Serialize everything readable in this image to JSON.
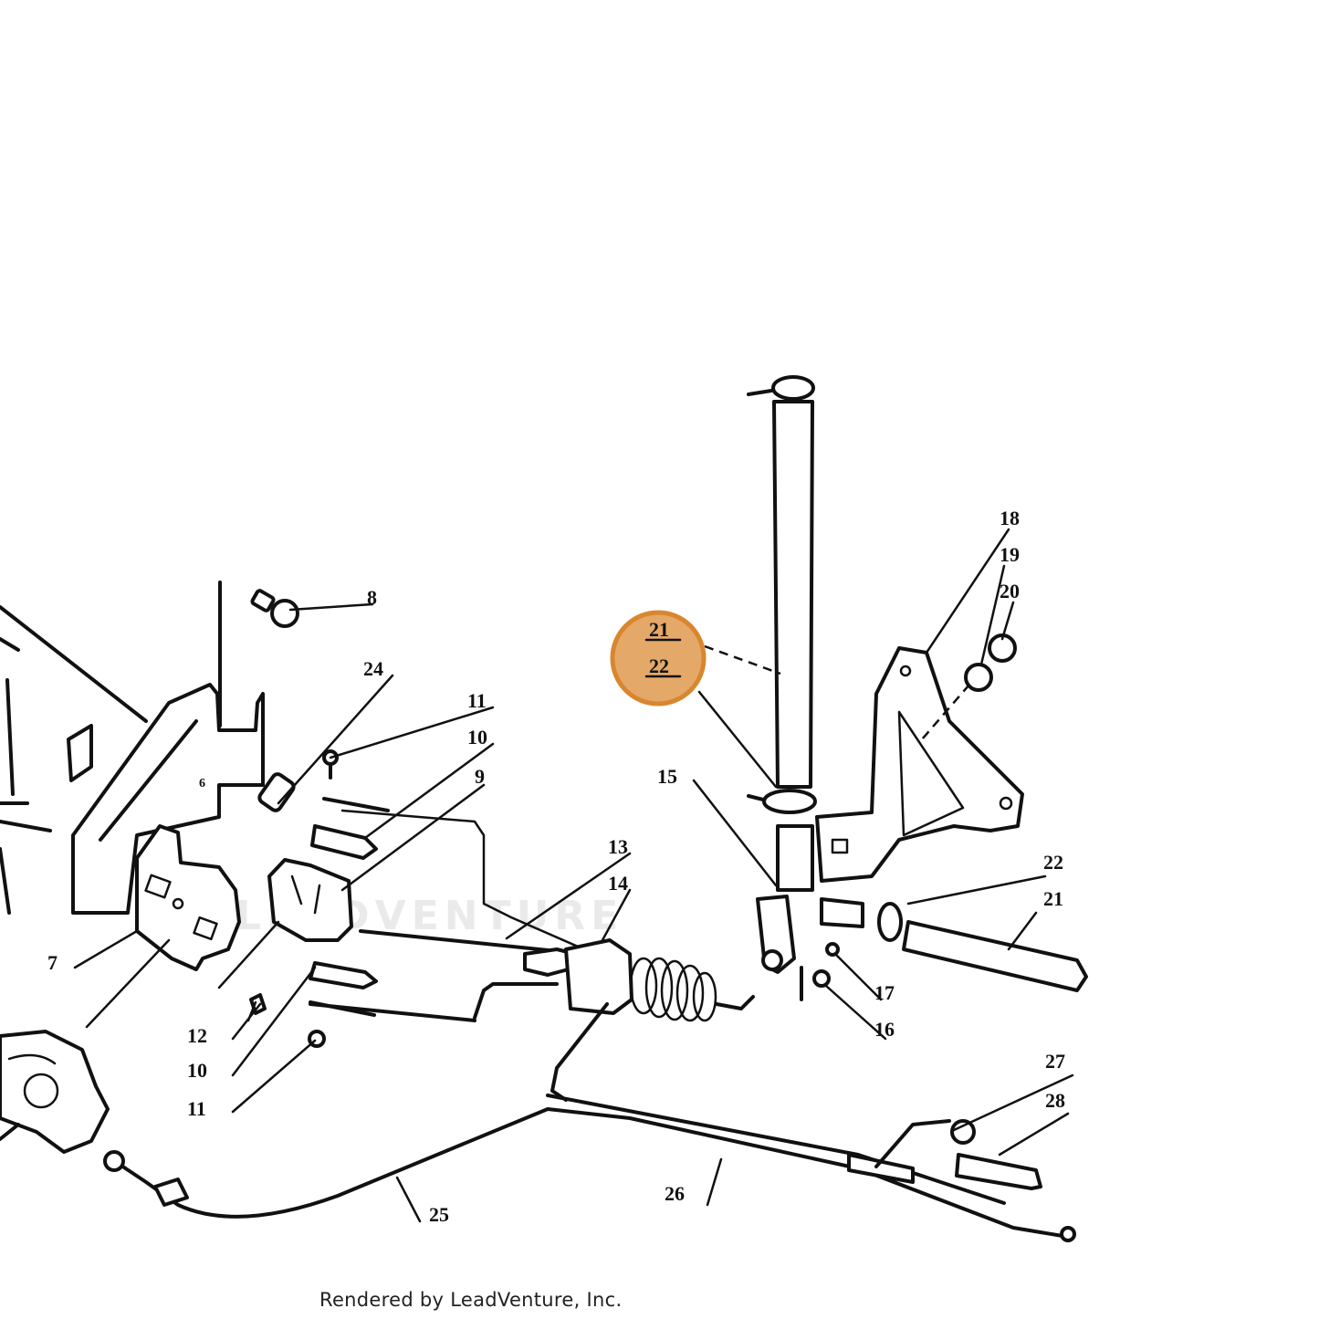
{
  "watermark_text": "LEADVENTURE",
  "credit_text": "Rendered by LeadVenture, Inc.",
  "highlight_color": "#d9862e",
  "highlight": {
    "labels": [
      "21",
      "22"
    ]
  },
  "callouts": {
    "c6": "6",
    "c7": "7",
    "c8": "8",
    "c9": "9",
    "c10a": "10",
    "c10b": "10",
    "c11a": "11",
    "c11b": "11",
    "c12": "12",
    "c13": "13",
    "c14": "14",
    "c15": "15",
    "c16": "16",
    "c17": "17",
    "c18": "18",
    "c19": "19",
    "c20": "20",
    "c21": "21",
    "c22": "22",
    "c24": "24",
    "c25": "25",
    "c26": "26",
    "c27": "27",
    "c28": "28"
  }
}
